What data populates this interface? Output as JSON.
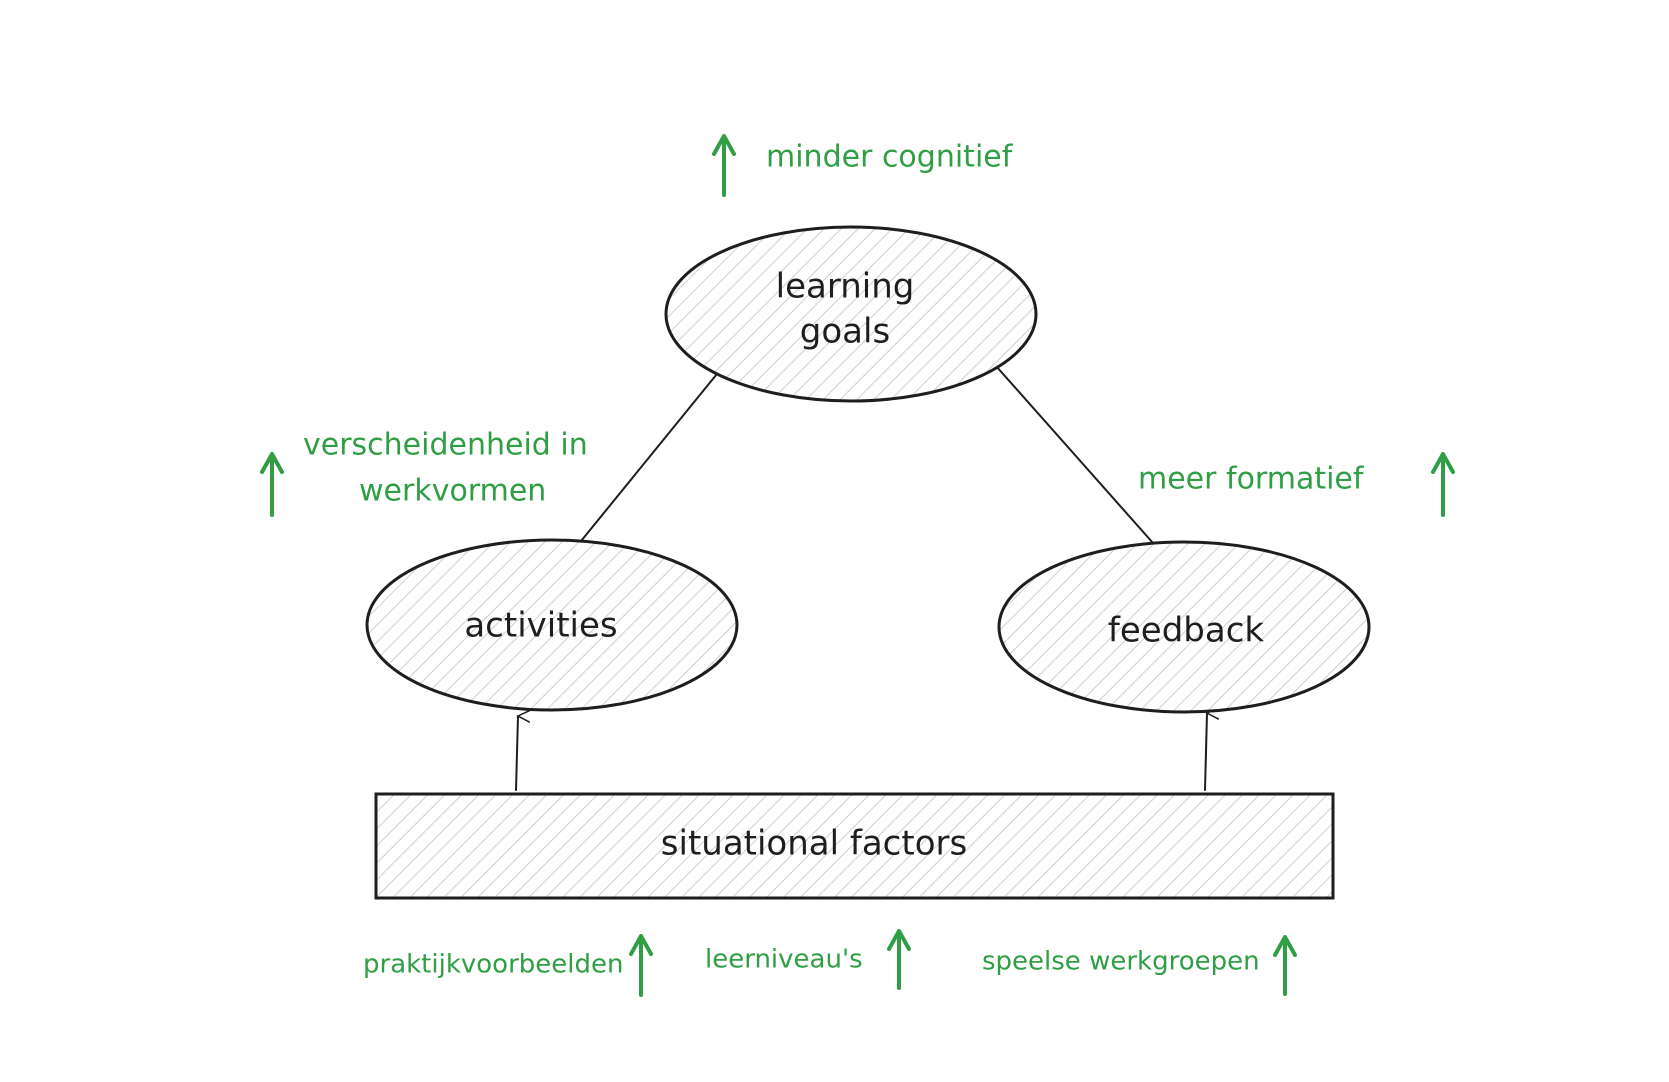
{
  "nodes": {
    "learning_goals": {
      "line1": "learning",
      "line2": "goals"
    },
    "activities": "activities",
    "feedback": "feedback",
    "situational_factors": "situational factors"
  },
  "annotations": {
    "learning_goals": "minder cognitief",
    "activities_line1": "verscheidenheid in",
    "activities_line2": "werkvormen",
    "feedback": "meer formatief",
    "factor_1": "praktijkvoorbeelden",
    "factor_2": "leerniveau's",
    "factor_3": "speelse werkgroepen"
  },
  "colors": {
    "ink": "#1e1e1e",
    "accent_green": "#2f9e44",
    "hatch": "#c9c9c9"
  }
}
